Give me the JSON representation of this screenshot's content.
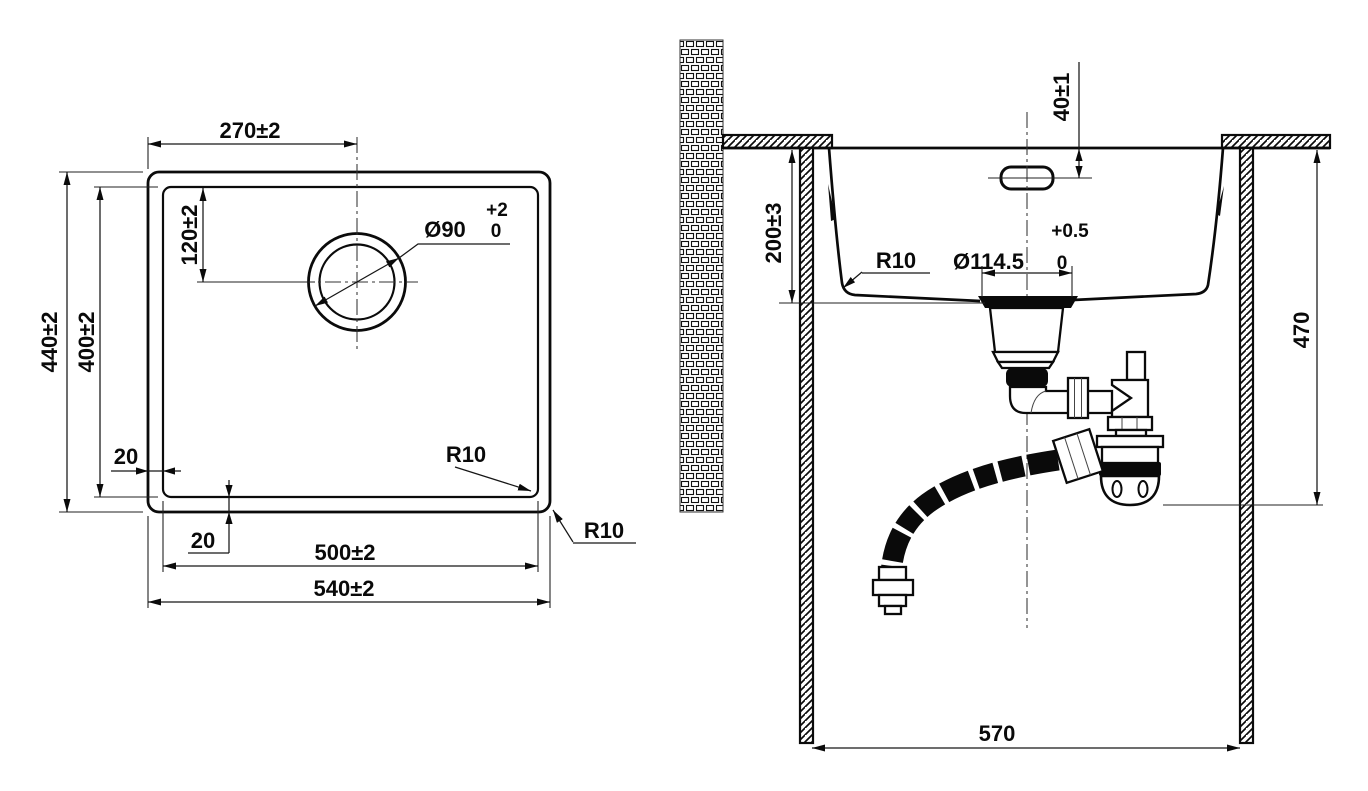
{
  "drawing_type": "sink installation dimensional drawing",
  "plan_view": {
    "dims": {
      "hole_offset_x": "270±2",
      "hole_offset_y": "120±2",
      "hole_diameter": "Ø90",
      "hole_tol_upper": "+2",
      "hole_tol_lower": "0",
      "outer_height": "440±2",
      "inner_height": "400±2",
      "rim_left": "20",
      "rim_bottom": "20",
      "radius_inner": "R10",
      "radius_outer": "R10",
      "inner_width": "500±2",
      "outer_width": "540±2"
    }
  },
  "section_view": {
    "dims": {
      "overflow_offset": "40±1",
      "bowl_depth": "200±3",
      "bottom_radius": "R10",
      "drain_diameter": "Ø114.5",
      "drain_tol_upper": "+0.5",
      "drain_tol_lower": "0",
      "clearance_height": "470",
      "cabinet_width": "570"
    }
  },
  "colors": {
    "line": "#0b0b0b",
    "background": "#ffffff"
  }
}
